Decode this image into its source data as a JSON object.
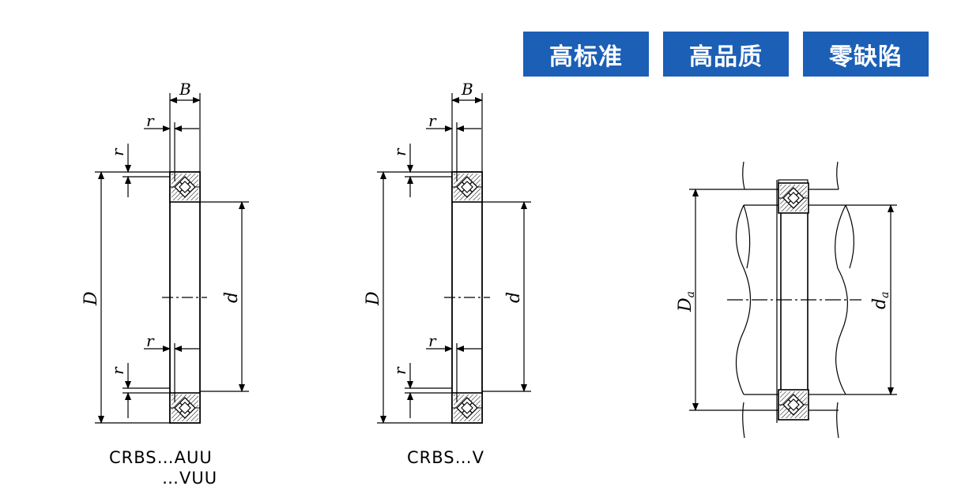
{
  "badges": [
    "高标准",
    "高品质",
    "零缺陷"
  ],
  "colors": {
    "badge_bg": "#1b5fb6",
    "badge_text": "#ffffff",
    "line": "#000000"
  },
  "drawing1": {
    "labels": {
      "B": "B",
      "r": "r",
      "D": "D",
      "d": "d"
    },
    "caption_line1": "CRBS…AUU",
    "caption_line2": "…VUU"
  },
  "drawing2": {
    "labels": {
      "B": "B",
      "r": "r",
      "D": "D",
      "d": "d"
    },
    "caption": "CRBS…V"
  },
  "drawing3": {
    "labels": {
      "Da_main": "D",
      "Da_sub": "a",
      "da_main": "d",
      "da_sub": "a"
    }
  }
}
